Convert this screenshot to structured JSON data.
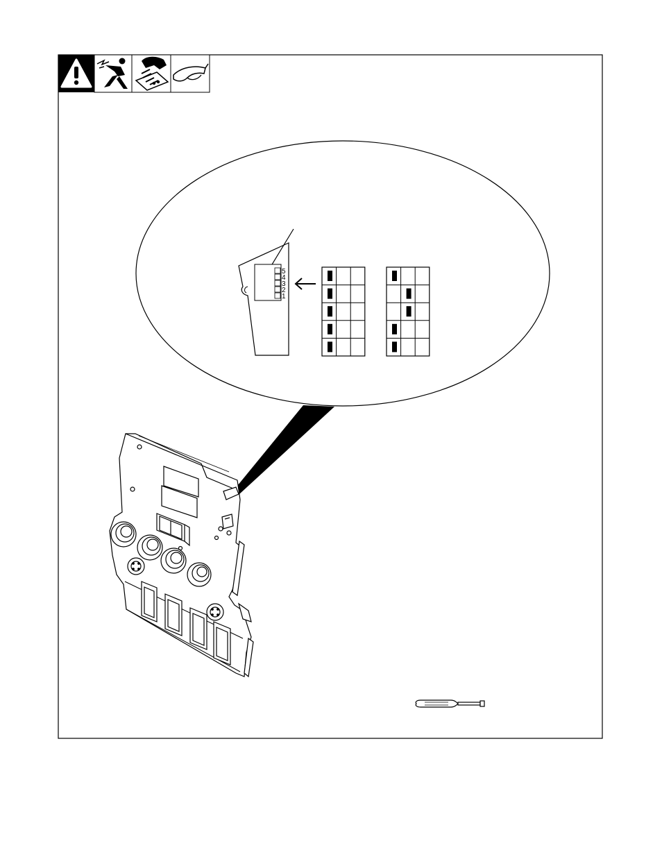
{
  "safety_icons": [
    {
      "icon": "warning-triangle-icon"
    },
    {
      "icon": "electric-shock-icon"
    },
    {
      "icon": "static-sensitive-board-icon"
    },
    {
      "icon": "safety-glasses-icon"
    }
  ],
  "dip_switch": {
    "position_labels": [
      "5",
      "4",
      "3",
      "2",
      "1"
    ]
  },
  "switch_settings": [
    {
      "rows": [
        "left",
        "left",
        "left",
        "left",
        "left"
      ]
    },
    {
      "rows": [
        "left",
        "right",
        "right",
        "left",
        "left"
      ]
    }
  ],
  "tool": {
    "icon": "screwdriver-icon"
  },
  "colors": {
    "line": "#000000",
    "fill": "#ffffff"
  }
}
